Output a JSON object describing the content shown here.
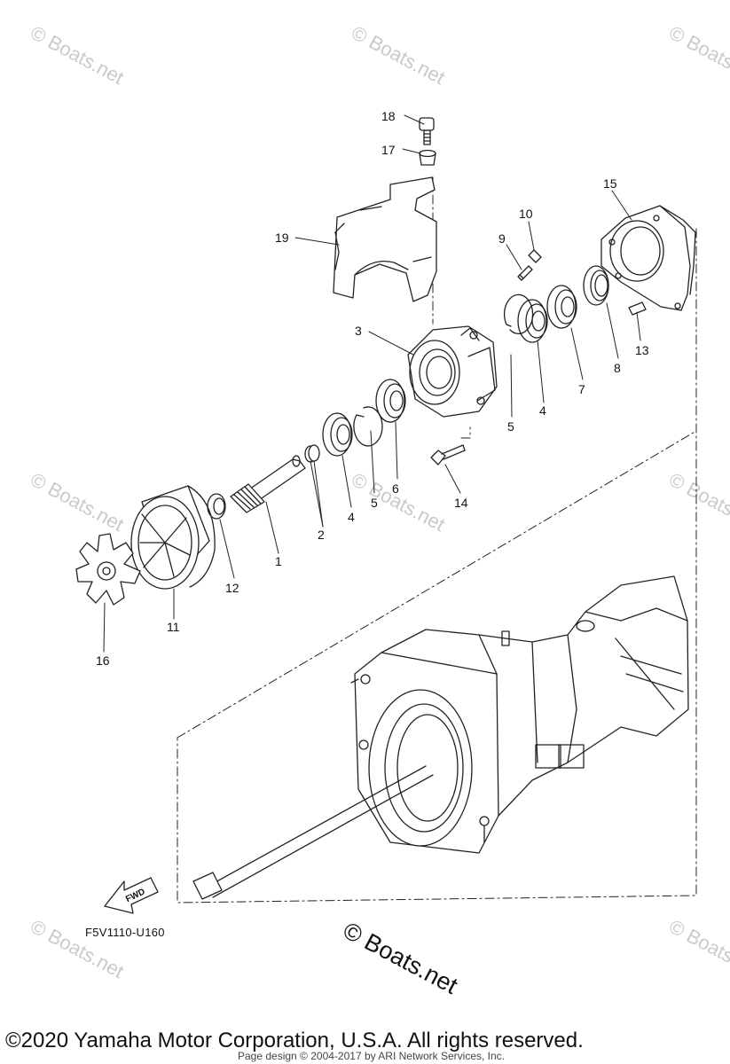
{
  "watermark_text": "© Boats.net",
  "callouts": [
    "1",
    "2",
    "3",
    "4",
    "5",
    "6",
    "7",
    "8",
    "9",
    "10",
    "11",
    "12",
    "13",
    "14",
    "15",
    "16",
    "17",
    "18",
    "19"
  ],
  "fwd_label": "FWD",
  "page_code": "F5V1110-U160",
  "brand_mark": "© Boats.net",
  "copyright": "©2020 Yamaha Motor Corporation, U.S.A. All rights reserved.",
  "page_design": "Page design © 2004-2017 by ARI Network Services, Inc."
}
